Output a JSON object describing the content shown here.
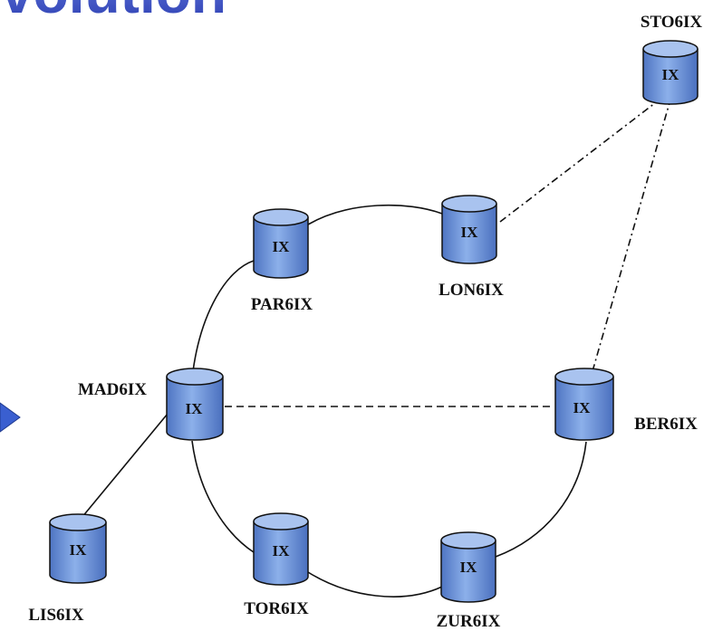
{
  "header": {
    "title_fragment": "e Evolution"
  },
  "colors": {
    "title": "#3a4fc4",
    "cylinder_body": "#6f95d9",
    "cylinder_top": "#a9c3ef",
    "arrow": "#3a5fd0",
    "link": "#111111"
  },
  "icon": {
    "left_arrow": "arrow-right-icon"
  },
  "nodes": [
    {
      "id": "STO6IX",
      "label": "STO6IX",
      "badge": "IX"
    },
    {
      "id": "LON6IX",
      "label": "LON6IX",
      "badge": "IX"
    },
    {
      "id": "PAR6IX",
      "label": "PAR6IX",
      "badge": "IX"
    },
    {
      "id": "MAD6IX",
      "label": "MAD6IX",
      "badge": "IX"
    },
    {
      "id": "BER6IX",
      "label": "BER6IX",
      "badge": "IX"
    },
    {
      "id": "LIS6IX",
      "label": "LIS6IX",
      "badge": "IX"
    },
    {
      "id": "TOR6IX",
      "label": "TOR6IX",
      "badge": "IX"
    },
    {
      "id": "ZUR6IX",
      "label": "ZUR6IX",
      "badge": "IX"
    }
  ],
  "links": [
    {
      "from": "PAR6IX",
      "to": "LON6IX",
      "style": "solid"
    },
    {
      "from": "LON6IX",
      "to": "STO6IX",
      "style": "dashdot"
    },
    {
      "from": "BER6IX",
      "to": "STO6IX",
      "style": "dashdot"
    },
    {
      "from": "MAD6IX",
      "to": "BER6IX",
      "style": "dashed"
    },
    {
      "from": "MAD6IX",
      "to": "LIS6IX",
      "style": "solid"
    },
    {
      "from": "MAD6IX",
      "to": "PAR6IX",
      "style": "solid"
    },
    {
      "from": "MAD6IX",
      "to": "TOR6IX",
      "style": "solid"
    },
    {
      "from": "TOR6IX",
      "to": "ZUR6IX",
      "style": "solid"
    },
    {
      "from": "ZUR6IX",
      "to": "BER6IX",
      "style": "solid"
    }
  ]
}
